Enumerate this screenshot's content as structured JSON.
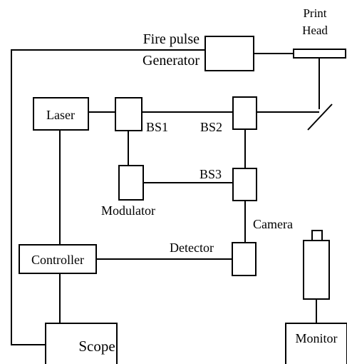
{
  "labels": {
    "fire_pulse_line1": "Fire pulse",
    "fire_pulse_line2": "Generator",
    "print_line1": "Print",
    "print_line2": "Head",
    "laser": "Laser",
    "bs1": "BS1",
    "bs2": "BS2",
    "bs3": "BS3",
    "modulator": "Modulator",
    "camera": "Camera",
    "controller": "Controller",
    "detector": "Detector",
    "scope": "Scope",
    "monitor": "Monitor"
  },
  "colors": {
    "stroke": "#000000",
    "background": "#ffffff"
  }
}
